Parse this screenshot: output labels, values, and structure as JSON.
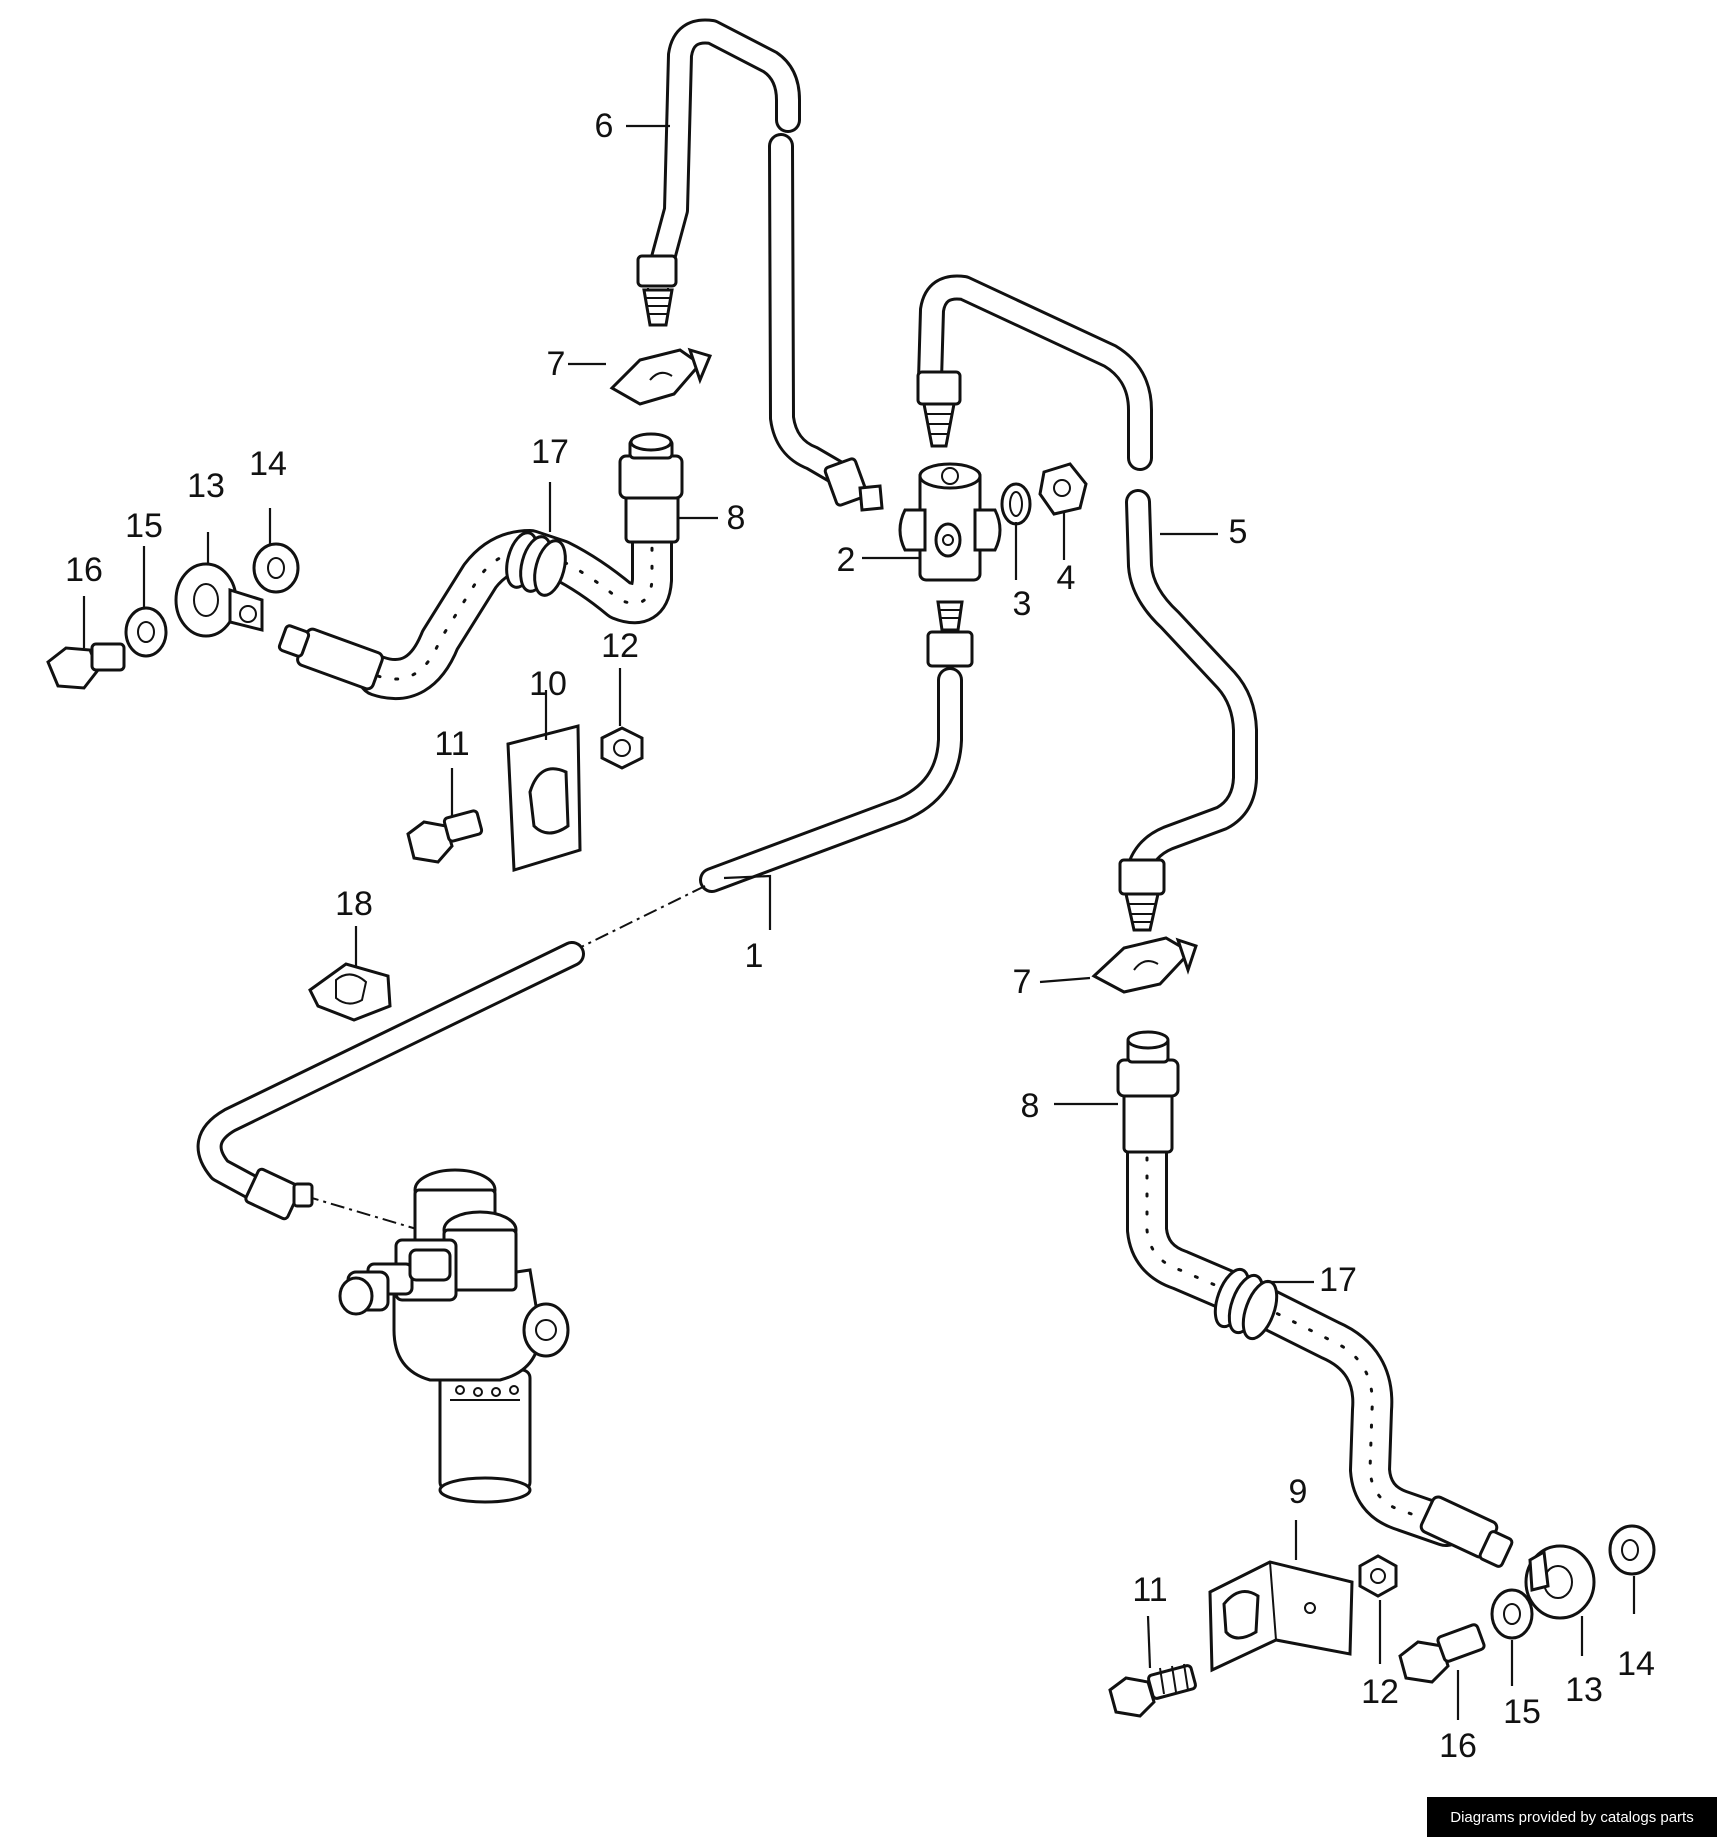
{
  "callouts": [
    {
      "id": "c1",
      "text": "1"
    },
    {
      "id": "c2",
      "text": "2"
    },
    {
      "id": "c3",
      "text": "3"
    },
    {
      "id": "c4",
      "text": "4"
    },
    {
      "id": "c5",
      "text": "5"
    },
    {
      "id": "c6",
      "text": "6"
    },
    {
      "id": "c7a",
      "text": "7"
    },
    {
      "id": "c7b",
      "text": "7"
    },
    {
      "id": "c8a",
      "text": "8"
    },
    {
      "id": "c8b",
      "text": "8"
    },
    {
      "id": "c9",
      "text": "9"
    },
    {
      "id": "c10",
      "text": "10"
    },
    {
      "id": "c11a",
      "text": "11"
    },
    {
      "id": "c11b",
      "text": "11"
    },
    {
      "id": "c12a",
      "text": "12"
    },
    {
      "id": "c12b",
      "text": "12"
    },
    {
      "id": "c13a",
      "text": "13"
    },
    {
      "id": "c13b",
      "text": "13"
    },
    {
      "id": "c14a",
      "text": "14"
    },
    {
      "id": "c14b",
      "text": "14"
    },
    {
      "id": "c15a",
      "text": "15"
    },
    {
      "id": "c15b",
      "text": "15"
    },
    {
      "id": "c16a",
      "text": "16"
    },
    {
      "id": "c16b",
      "text": "16"
    },
    {
      "id": "c17a",
      "text": "17"
    },
    {
      "id": "c17b",
      "text": "17"
    },
    {
      "id": "c18",
      "text": "18"
    }
  ],
  "footer": {
    "text": "Diagrams provided by catalogs parts"
  }
}
